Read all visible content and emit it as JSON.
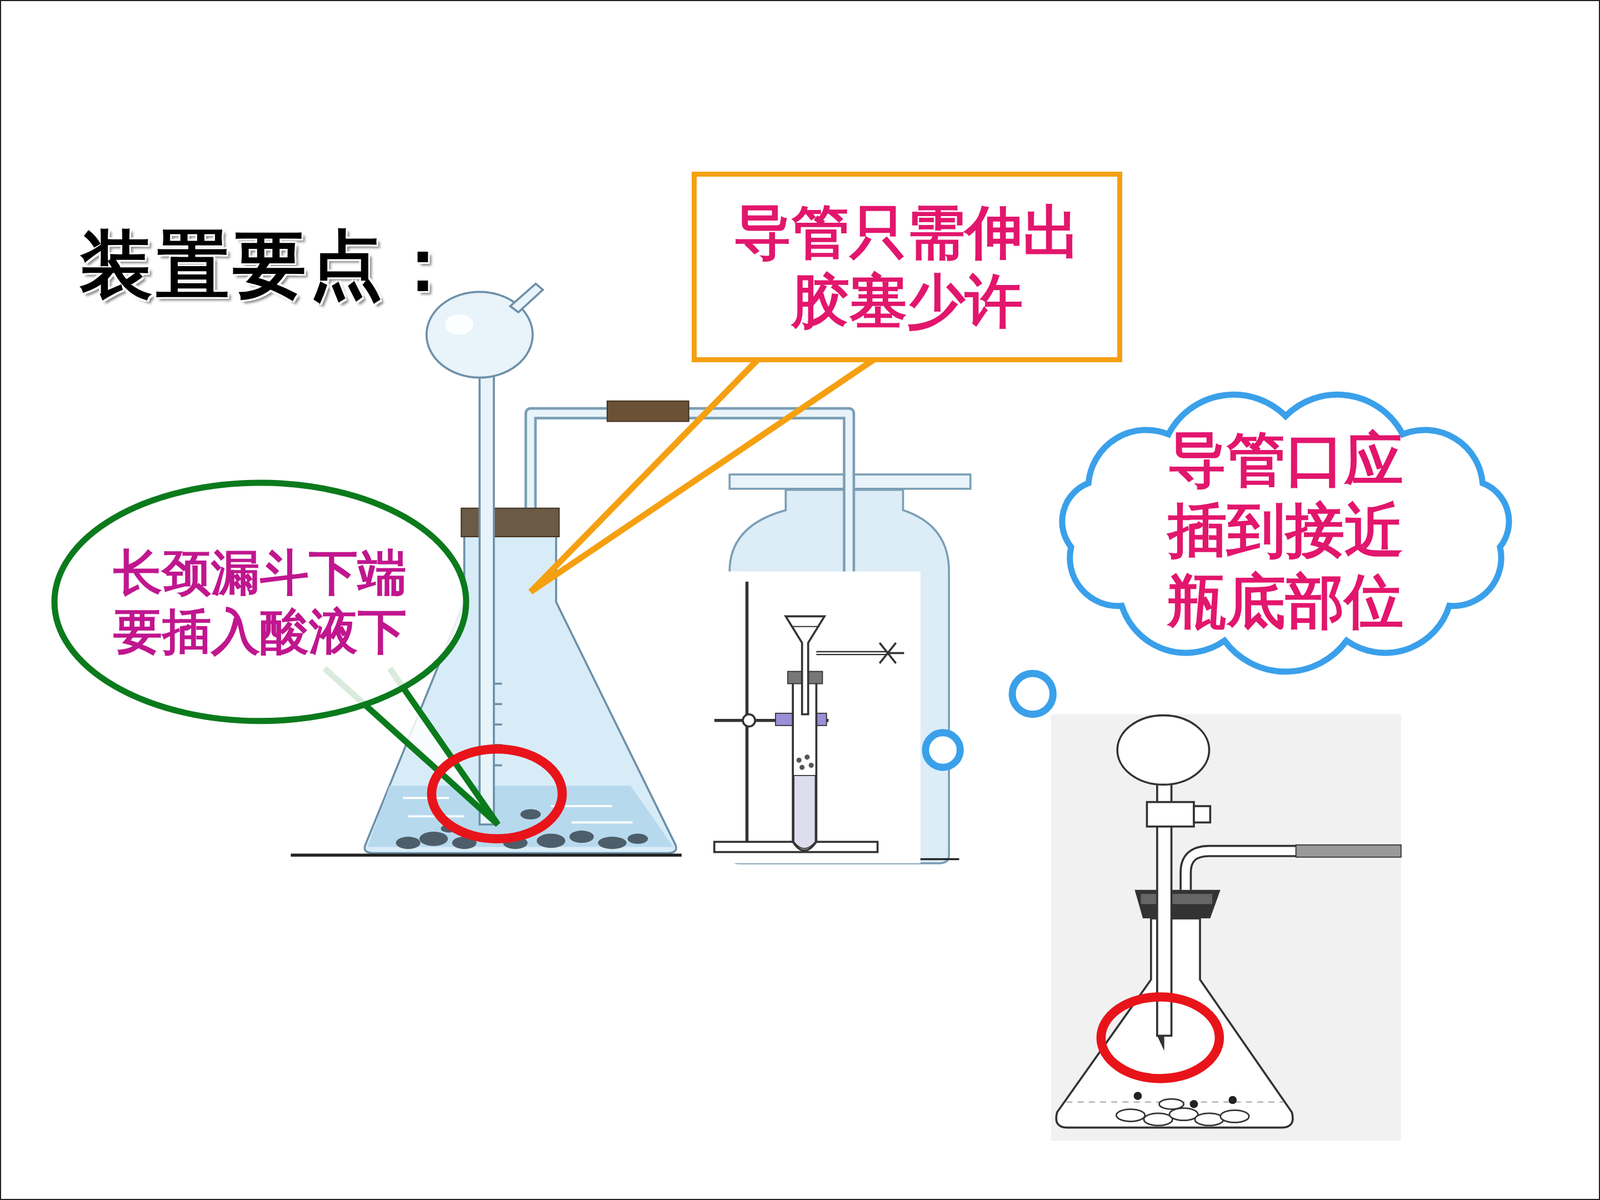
{
  "diagram": {
    "title": "装置要点：",
    "nodes": [
      {
        "text": [
          "导管只需伸出胶塞少许"
        ]
      },
      {
        "text": [
          "长颈漏斗下端要插入酸液下"
        ]
      },
      {
        "text": [
          "导管口应插到接近瓶底部位"
        ]
      }
    ],
    "edges": []
  }
}
